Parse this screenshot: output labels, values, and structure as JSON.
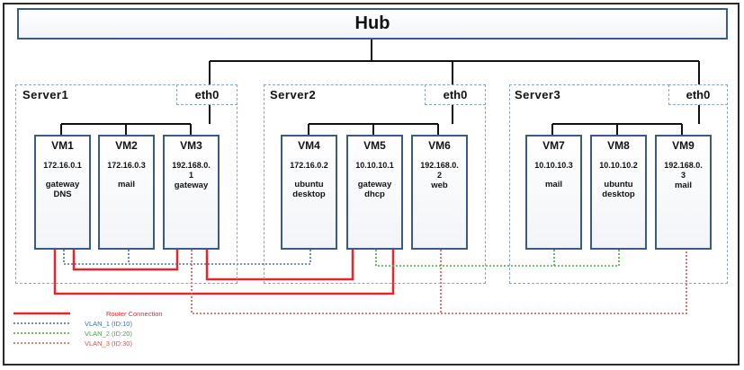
{
  "hub": {
    "label": "Hub"
  },
  "servers": [
    {
      "name": "Server1",
      "eth": "eth0",
      "vms": [
        {
          "name": "VM1",
          "ip": "172.16.0.1",
          "role": "gateway\nDNS"
        },
        {
          "name": "VM2",
          "ip": "172.16.0.3",
          "role": "mail"
        },
        {
          "name": "VM3",
          "ip": "192.168.0.\n1",
          "role": "gateway"
        }
      ]
    },
    {
      "name": "Server2",
      "eth": "eth0",
      "vms": [
        {
          "name": "VM4",
          "ip": "172.16.0.2",
          "role": "ubuntu\ndesktop"
        },
        {
          "name": "VM5",
          "ip": "10.10.10.1",
          "role": "gateway\ndhcp"
        },
        {
          "name": "VM6",
          "ip": "192.168.0.\n2",
          "role": "web"
        }
      ]
    },
    {
      "name": "Server3",
      "eth": "eth0",
      "vms": [
        {
          "name": "VM7",
          "ip": "10.10.10.3",
          "role": "mail"
        },
        {
          "name": "VM8",
          "ip": "10.10.10.2",
          "role": "ubuntu\ndesktop"
        },
        {
          "name": "VM9",
          "ip": "192.168.0.\n3",
          "role": "mail"
        }
      ]
    }
  ],
  "legend": [
    {
      "label": "Router Connection",
      "color": "#e8252b",
      "style": "solid"
    },
    {
      "label": "VLAN_1 (ID:10)",
      "color": "#3f6fc0",
      "style": "dotted"
    },
    {
      "label": "VLAN_2 (ID:20)",
      "color": "#3fae3f",
      "style": "dotted"
    },
    {
      "label": "VLAN_3 (ID:30)",
      "color": "#d9534f",
      "style": "dotted"
    }
  ],
  "colors": {
    "router": "#e8252b",
    "vlan1": "#3f6fc0",
    "vlan2": "#3fae3f",
    "vlan3": "#d9534f",
    "vm_border": "#3b5a86"
  }
}
